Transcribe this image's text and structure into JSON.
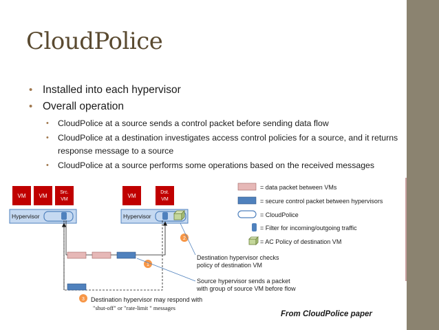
{
  "slide": {
    "title": "CloudPolice",
    "bullets": [
      "Installed into each hypervisor",
      "Overall operation"
    ],
    "sub_bullets": [
      "CloudPolice at a source sends a control packet before sending data flow",
      "CloudPolice at a destination investigates access control policies for a source, and it returns response message to a source",
      "CloudPolice at a source performs some operations based on the received messages"
    ],
    "caption": "From CloudPolice paper"
  },
  "diagram": {
    "vm": "VM",
    "src_vm": [
      "Src.",
      "VM"
    ],
    "dst_vm": [
      "Dst.",
      "VM"
    ],
    "hypervisor": "Hypervisor",
    "legend": [
      "= data packet between VMs",
      "= secure control packet between hypervisors",
      "= CloudPolice",
      "= Filter for incoming/outgoing traffic",
      "= AC Policy of destination VM"
    ],
    "step_numbers": [
      "1",
      "2",
      "3"
    ],
    "note_dst_check": [
      "Destination hypervisor checks",
      "policy of destination VM"
    ],
    "note_src_send": [
      "Source hypervisor sends a packet",
      "with group of source VM before flow"
    ],
    "note_dst_respond": [
      "Destination hypervisor may respond with",
      "\"shut-off\" or \"rate-limit \" messages"
    ],
    "colors": {
      "vm_fill": "#c00000",
      "hypervisor_fill": "#c5d9f1",
      "data_packet": "#e6b8b7",
      "control_packet": "#4f81bd",
      "ac_policy": "#c4d79b",
      "step_circle": "#f79646"
    }
  }
}
